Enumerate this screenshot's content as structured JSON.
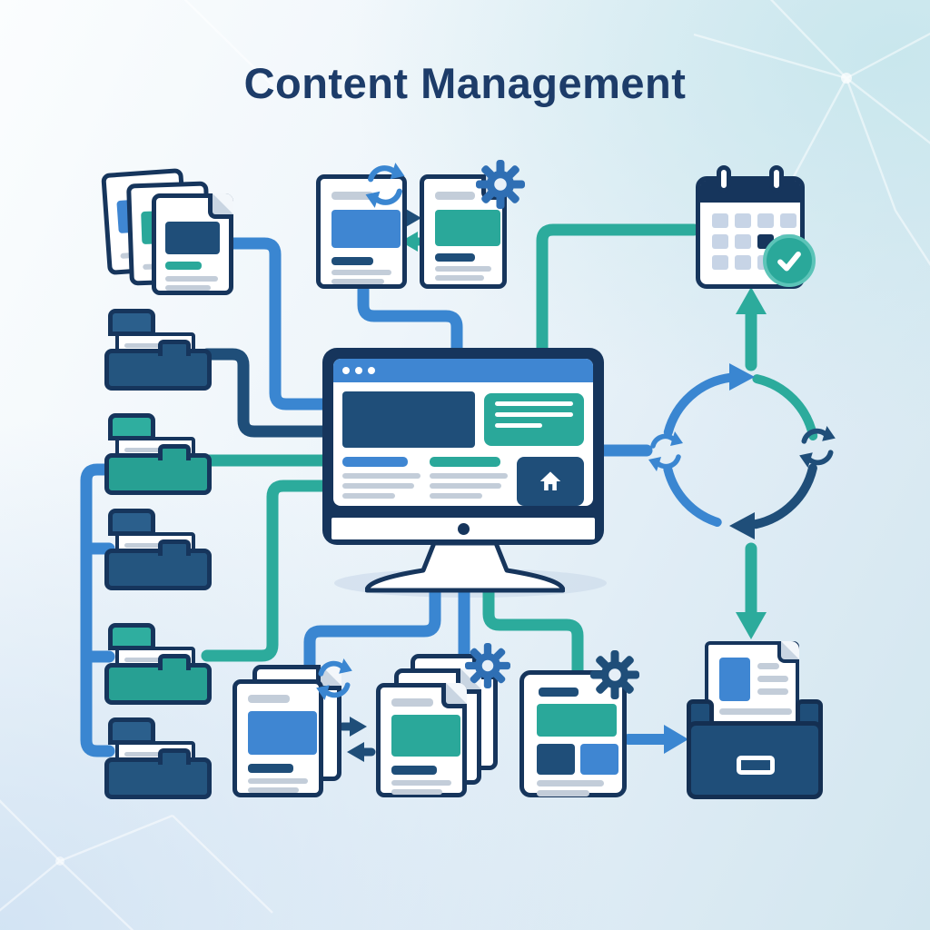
{
  "header": {
    "title": "Content Management"
  },
  "palette": {
    "navy": "#1f4e79",
    "navy_dark": "#16355c",
    "blue": "#3a86d1",
    "teal": "#2aa89a",
    "gray_bar": "#c3cdd9",
    "background_start": "#fbfdfe",
    "background_end": "#d2e6ef"
  },
  "diagram": {
    "nodes": [
      {
        "id": "document-stack-top-left",
        "type": "document-stack",
        "count": 3,
        "block_colors": [
          "blue",
          "teal",
          "navy"
        ]
      },
      {
        "id": "folder-1",
        "type": "folder",
        "color": "navy"
      },
      {
        "id": "folder-2",
        "type": "folder",
        "color": "teal"
      },
      {
        "id": "folder-3",
        "type": "folder",
        "color": "navy"
      },
      {
        "id": "folder-4",
        "type": "folder",
        "color": "teal"
      },
      {
        "id": "folder-5",
        "type": "folder",
        "color": "navy"
      },
      {
        "id": "sync-document-pair",
        "type": "document-pair",
        "icons": [
          "sync-icon",
          "gear-icon"
        ],
        "arrows": [
          "right-navy",
          "left-teal"
        ]
      },
      {
        "id": "schedule-calendar",
        "type": "calendar",
        "badge": "check-circle",
        "selected_cell_index": 7,
        "grid": "4x3"
      },
      {
        "id": "cms-monitor",
        "type": "monitor",
        "screen": [
          "browser-bar",
          "hero-navy",
          "hero-teal",
          "text-columns",
          "home-tile"
        ]
      },
      {
        "id": "content-lifecycle-cycle",
        "type": "cycle",
        "arc_colors": [
          "blue",
          "teal",
          "navy",
          "blue"
        ],
        "icons": [
          "sync-icon-blue",
          "sync-icon-navy"
        ]
      },
      {
        "id": "document-stack-bottom-left",
        "type": "document-stack",
        "count": 2,
        "icon": "sync-icon",
        "block_color": "blue"
      },
      {
        "id": "document-stack-bottom-middle",
        "type": "document-stack",
        "count": 3,
        "icon": "gear-icon",
        "block_color": "teal"
      },
      {
        "id": "published-page-document",
        "type": "document",
        "icon": "gear-icon",
        "blocks": [
          "teal",
          "navy",
          "blue"
        ]
      },
      {
        "id": "archive-box",
        "type": "archive",
        "contains": "document"
      }
    ]
  }
}
